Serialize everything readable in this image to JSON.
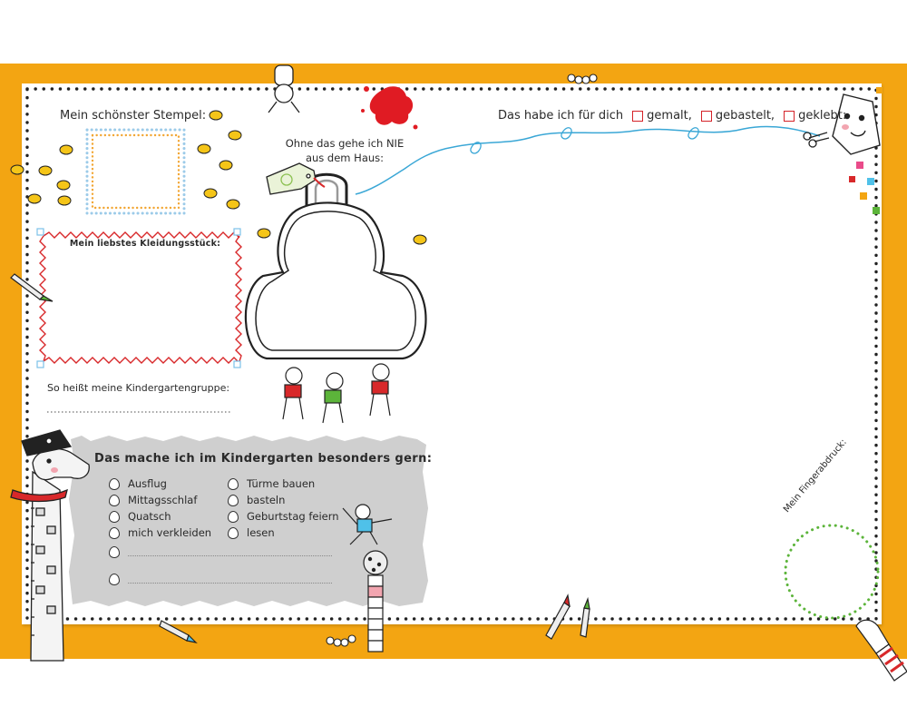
{
  "stamp": {
    "title": "Mein schönster Stempel:"
  },
  "clothing": {
    "title": "Mein liebstes Kleidungsstück:"
  },
  "group": {
    "label": "So heißt meine Kindergartengruppe:"
  },
  "backpack": {
    "title": "Ohne das gehe ich NIE aus dem Haus:"
  },
  "gift": {
    "title": "Das habe ich für dich",
    "options": [
      "gemalt,",
      "gebastelt,",
      "geklebt:"
    ],
    "checkbox_color": "#d52228"
  },
  "kindergarten": {
    "title": "Das mache ich im Kindergarten besonders gern:",
    "left_options": [
      "Ausflug",
      "Mittagsschlaf",
      "Quatsch",
      "mich verkleiden"
    ],
    "right_options": [
      "Türme bauen",
      "basteln",
      "Geburtstag feiern",
      "lesen"
    ],
    "blank_lines": 2
  },
  "fingerprint": {
    "title": "Mein Fingerabdruck:",
    "circle_color": "#5cb43a"
  },
  "colors": {
    "frame_orange": "#f3a512",
    "stamp_blue": "#9ccbe9",
    "stamp_orange": "#f2a633",
    "zigzag_red": "#d8282a",
    "panel_gray": "#cfcfcf",
    "string_blue": "#3aa7d6",
    "splash_red": "#e01b23"
  }
}
